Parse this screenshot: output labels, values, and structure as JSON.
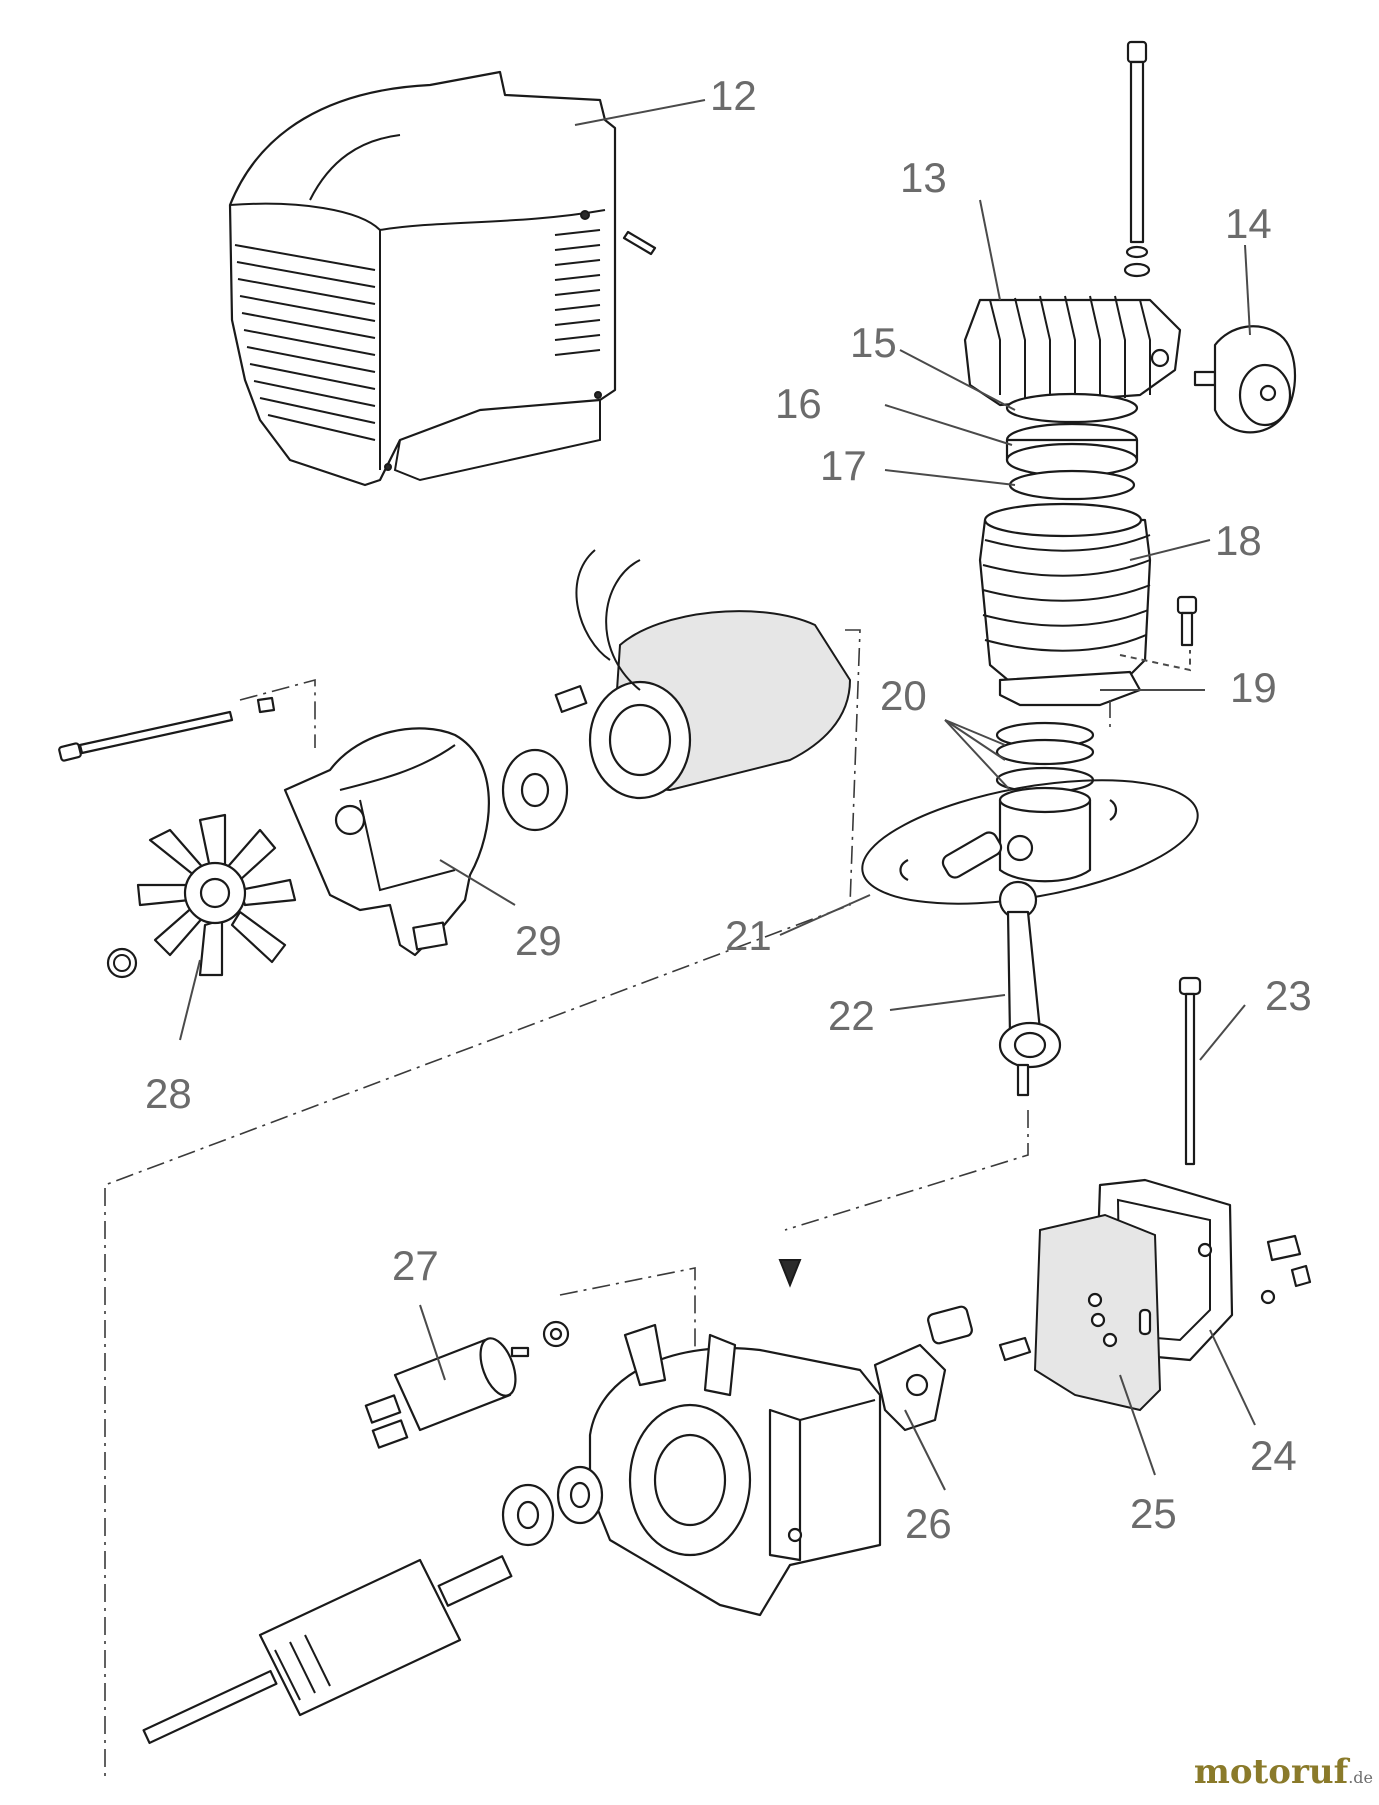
{
  "callouts": [
    {
      "id": "12",
      "label": "12"
    },
    {
      "id": "13",
      "label": "13"
    },
    {
      "id": "14",
      "label": "14"
    },
    {
      "id": "15",
      "label": "15"
    },
    {
      "id": "16",
      "label": "16"
    },
    {
      "id": "17",
      "label": "17"
    },
    {
      "id": "18",
      "label": "18"
    },
    {
      "id": "19",
      "label": "19"
    },
    {
      "id": "20",
      "label": "20"
    },
    {
      "id": "21",
      "label": "21"
    },
    {
      "id": "22",
      "label": "22"
    },
    {
      "id": "23",
      "label": "23"
    },
    {
      "id": "24",
      "label": "24"
    },
    {
      "id": "25",
      "label": "25"
    },
    {
      "id": "26",
      "label": "26"
    },
    {
      "id": "27",
      "label": "27"
    },
    {
      "id": "28",
      "label": "28"
    },
    {
      "id": "29",
      "label": "29"
    }
  ],
  "watermark": {
    "brand": "motoruf",
    "tld": ".de"
  },
  "colors": {
    "callout": "#6b6b6b",
    "line": "#1a1a1a",
    "watermark": "#8a7a2a"
  }
}
